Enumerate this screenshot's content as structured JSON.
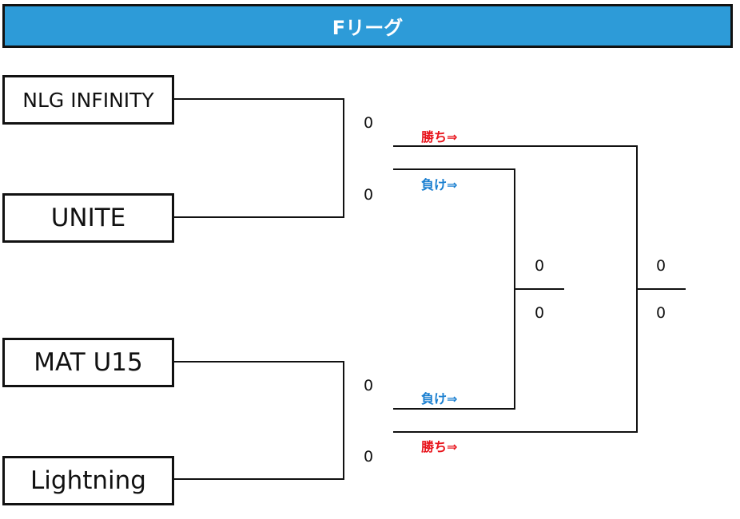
{
  "title": "Fリーグ",
  "teams": [
    "NLG INFINITY",
    "UNITE",
    "MAT U15",
    "Lightning"
  ],
  "round1_scores": [
    {
      "top": "0",
      "bottom": "0"
    },
    {
      "top": "0",
      "bottom": "0"
    }
  ],
  "round2_scores": [
    {
      "top": "0",
      "bottom": "0"
    },
    {
      "top": "0",
      "bottom": "0"
    }
  ],
  "labels": {
    "win": "勝ち⇒",
    "lose": "負け⇒"
  },
  "colors": {
    "title_bg": "#2d9bd8",
    "win": "#e8131b",
    "lose": "#1a7fd0"
  }
}
